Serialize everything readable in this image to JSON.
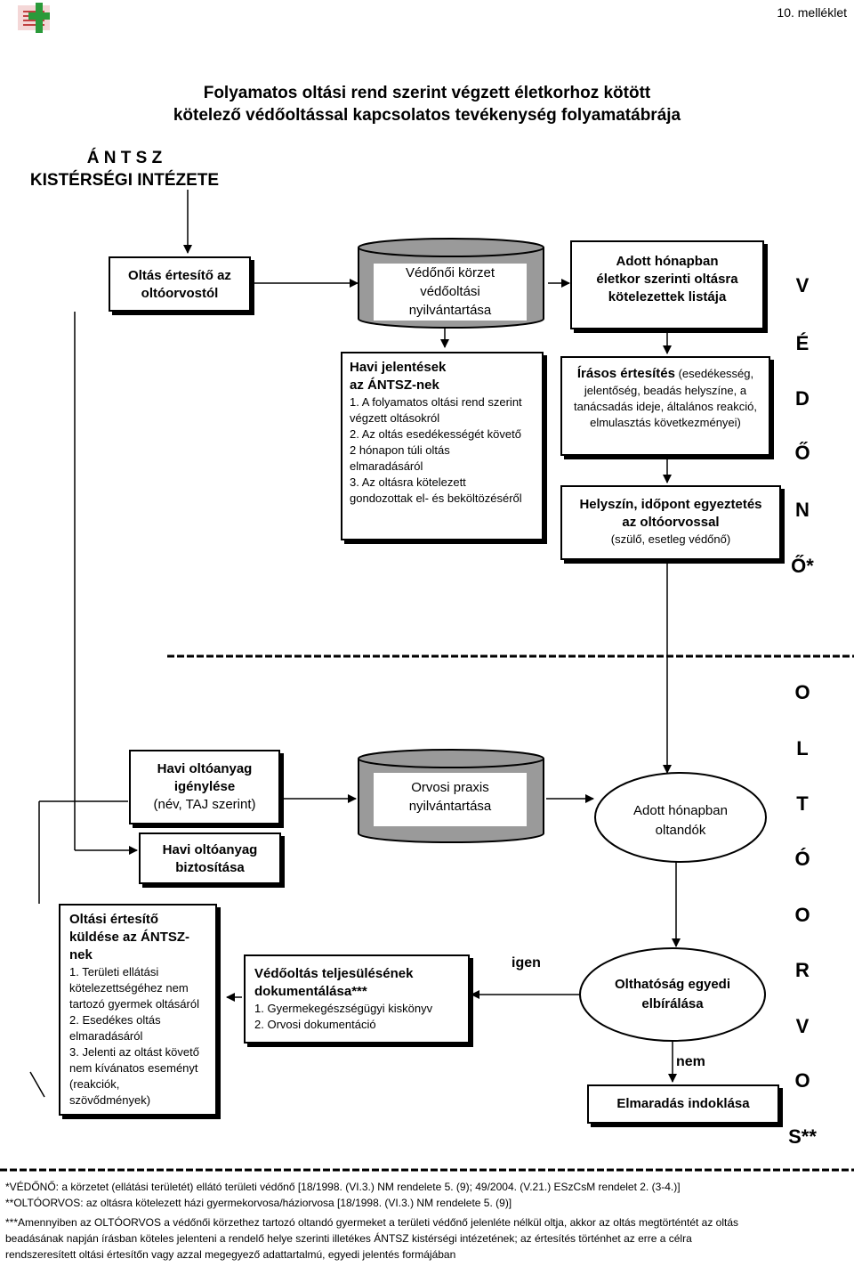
{
  "header": {
    "annex": "10. melléklet",
    "title_line1": "Folyamatos oltási rend szerint végzett életkorhoz kötött",
    "title_line2": "kötelező védőoltással kapcsolatos tevékenység folyamatábrája"
  },
  "institute": {
    "line1": "Á N T S Z",
    "line2": "KISTÉRSÉGI INTÉZETE"
  },
  "boxes": {
    "oltas_ertesito": "Oltás értesítő az oltóorvostól",
    "vedonoi_korzet": [
      "Védőnői körzet",
      "védőoltási",
      "nyilvántartása"
    ],
    "havi_jelentesek": {
      "title1": "Havi jelentések",
      "title2": "az ÁNTSZ-nek",
      "items": [
        "1. A folyamatos oltási rend szerint",
        "végzett oltásokról",
        "2. Az oltás esedékességét követő",
        "2 hónapon túli oltás",
        "elmaradásáról",
        "3. Az oltásra kötelezett",
        "gondozottak el- és beköltözéséről"
      ]
    },
    "adott_honapban_lista": [
      "Adott hónapban",
      "életkor szerinti oltásra",
      "kötelezettek listája"
    ],
    "irasos_ertesites": {
      "bold": "Írásos értesítés",
      "rest_line1": " (esedékesség,",
      "lines": [
        "jelentőség, beadás helyszíne, a",
        "tanácsadás ideje, általános reakció,",
        "elmulasztás következményei)"
      ]
    },
    "helyszin": {
      "line1": "Helyszín, időpont egyeztetés",
      "line2": "az oltóorvossal",
      "line3": "(szülő, esetleg védőnő)"
    },
    "havi_oltoanyag_igenyles": {
      "line1": "Havi oltóanyag",
      "line2": "igénylése",
      "line3": "(név, TAJ szerint)"
    },
    "havi_oltoanyag_biztositas": [
      "Havi oltóanyag",
      "biztosítása"
    ],
    "orvosi_praxis": [
      "Orvosi praxis",
      "nyilvántartása"
    ],
    "adott_honapban_oltandok": [
      "Adott hónapban",
      "oltandók"
    ],
    "oltasi_ertesito_kuldese": {
      "title": [
        "Oltási értesítő",
        "küldése az ÁNTSZ-",
        "nek"
      ],
      "items": [
        "1. Területi ellátási",
        "kötelezettségéhez nem",
        "tartozó gyermek oltásáról",
        "2. Esedékes oltás",
        "elmaradásáról",
        "3. Jelenti az oltást követő",
        "nem kívánatos eseményt",
        "(reakciók,",
        "szövődmények)"
      ]
    },
    "vedooltas_teljesules": {
      "title": [
        "Védőoltás teljesülésének",
        "dokumentálása***"
      ],
      "items": [
        "1. Gyermekegészségügyi kiskönyv",
        "2. Orvosi dokumentáció"
      ]
    },
    "olthatosag": [
      "Olthatóság egyedi",
      "elbírálása"
    ],
    "elmaradas": "Elmaradás indoklása"
  },
  "labels": {
    "igen": "igen",
    "nem": "nem"
  },
  "side_vedono": [
    "V",
    "É",
    "D",
    "Ő",
    "N",
    "Ő*"
  ],
  "side_oltoorvos": [
    "O",
    "L",
    "T",
    "Ó",
    "O",
    "R",
    "V",
    "O",
    "S**"
  ],
  "footnotes": {
    "f1": "*VÉDŐNŐ: a körzetet (ellátási területét) ellátó területi védőnő [18/1998. (VI.3.) NM rendelete 5. (9); 49/2004. (V.21.) ESzCsM rendelet 2.  (3-4.)]",
    "f2": "**OLTÓORVOS: az oltásra kötelezett házi gyermekorvosa/háziorvosa [18/1998. (VI.3.) NM rendelete 5. (9)]",
    "f3_line1": "***Amennyiben az OLTÓORVOS a védőnői körzethez tartozó oltandó gyermeket a területi védőnő jelenléte nélkül oltja, akkor az oltás megtörténtét az oltás",
    "f3_line2": "beadásának napján írásban köteles jelenteni a rendelő helye szerinti illetékes ÁNTSZ kistérségi intézetének; az értesítés történhet az erre a célra",
    "f3_line3": "rendszeresített oltási értesítőn vagy azzal megegyező adattartalmú, egyedi jelentés formájában"
  }
}
